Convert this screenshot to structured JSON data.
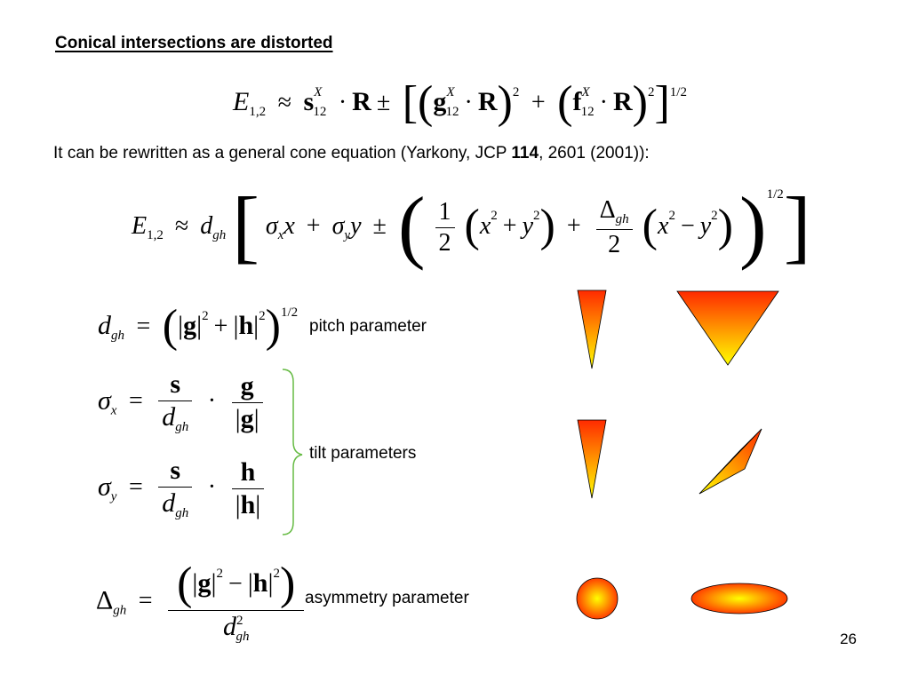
{
  "slide": {
    "title": "Conical intersections are distorted",
    "rewritten_text_before_bold": "It can be rewritten as a general cone equation (Yarkony, JCP ",
    "rewritten_bold_volume": "114",
    "rewritten_text_after_bold": ", 2601 (2001)):",
    "pitch_label": "pitch parameter",
    "tilt_label": "tilt parameters",
    "asymmetry_label": "asymmetry parameter",
    "page_number": "26"
  },
  "equations": {
    "one_half": "1/2",
    "exponent_two": "2",
    "sub_12": "12",
    "sub_1_2": "1,2",
    "sup_X": "X",
    "sub_gh": "gh",
    "sub_x": "x",
    "sub_y": "y",
    "sym_E": "E",
    "sym_s": "s",
    "sym_R": "R",
    "sym_g": "g",
    "sym_f": "f",
    "sym_h": "h",
    "sym_d": "d",
    "sym_x": "x",
    "sym_y": "y",
    "sym_sigma": "σ",
    "sym_Delta": "Δ",
    "num_1": "1",
    "num_2": "2"
  },
  "colors": {
    "gradient_start": "#ff2a00",
    "gradient_end": "#ffff00",
    "shape_stroke": "#000000",
    "brace": "#66bb44"
  }
}
